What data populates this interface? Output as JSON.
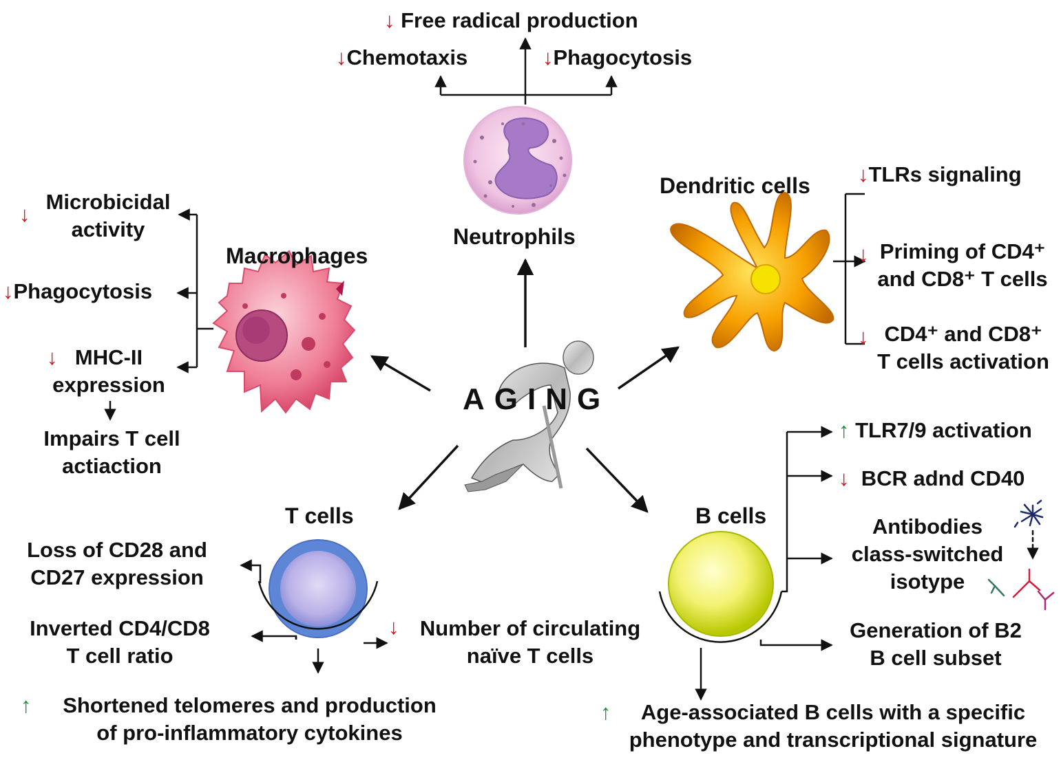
{
  "center": {
    "text": "AGING"
  },
  "neutrophils": {
    "title": "Neutrophils",
    "effects": [
      {
        "label": "Free radical production",
        "direction": "down"
      },
      {
        "label": "Chemotaxis",
        "direction": "down"
      },
      {
        "label": "Phagocytosis",
        "direction": "down"
      }
    ]
  },
  "macrophages": {
    "title": "Macrophages",
    "effects": [
      {
        "line1": "Microbicidal",
        "line2": "activity",
        "direction": "down"
      },
      {
        "line1": "Phagocytosis",
        "direction": "down"
      },
      {
        "line1": "MHC-II",
        "line2": "expression",
        "direction": "down"
      }
    ],
    "consequence": {
      "line1": "Impairs T cell",
      "line2": "actiaction"
    }
  },
  "dendritic": {
    "title": "Dendritic cells",
    "effects": [
      {
        "line1": "TLRs signaling",
        "direction": "down"
      },
      {
        "line1": "Priming of CD4⁺",
        "line2": "and CD8⁺ T cells",
        "direction": "down"
      },
      {
        "line1": "CD4⁺ and CD8⁺",
        "line2": "T cells activation",
        "direction": "down"
      }
    ]
  },
  "tcells": {
    "title": "T cells",
    "effects": [
      {
        "line1": "Loss of CD28 and",
        "line2": "CD27 expression"
      },
      {
        "line1": "Inverted CD4/CD8",
        "line2": "T cell ratio"
      },
      {
        "line1": "Number of circulating",
        "line2": "naïve T cells",
        "direction": "down"
      },
      {
        "line1": "Shortened telomeres and production",
        "line2": "of pro-inflammatory cytokines",
        "direction": "up"
      }
    ]
  },
  "bcells": {
    "title": "B cells",
    "effects": [
      {
        "line1": "TLR7/9 activation",
        "direction": "up"
      },
      {
        "line1": "BCR adnd CD40",
        "direction": "down"
      },
      {
        "line1": "Antibodies",
        "line2": "class-switched",
        "line3": "isotype"
      },
      {
        "line1": "Generation of B2",
        "line2": "B cell subset"
      },
      {
        "line1": "Age-associated B cells with a specific",
        "line2": "phenotype and transcriptional signature",
        "direction": "up"
      }
    ]
  },
  "glyphs": {
    "down": "↓",
    "up": "↑"
  },
  "colors": {
    "down": "#d8101c",
    "up": "#1f8a3a",
    "neutrophil": "#d9a0dc",
    "macrophage": "#e8607a",
    "dendritic": "#f5a300",
    "tcell": "#5d86d6",
    "bcell": "#c8d400"
  }
}
